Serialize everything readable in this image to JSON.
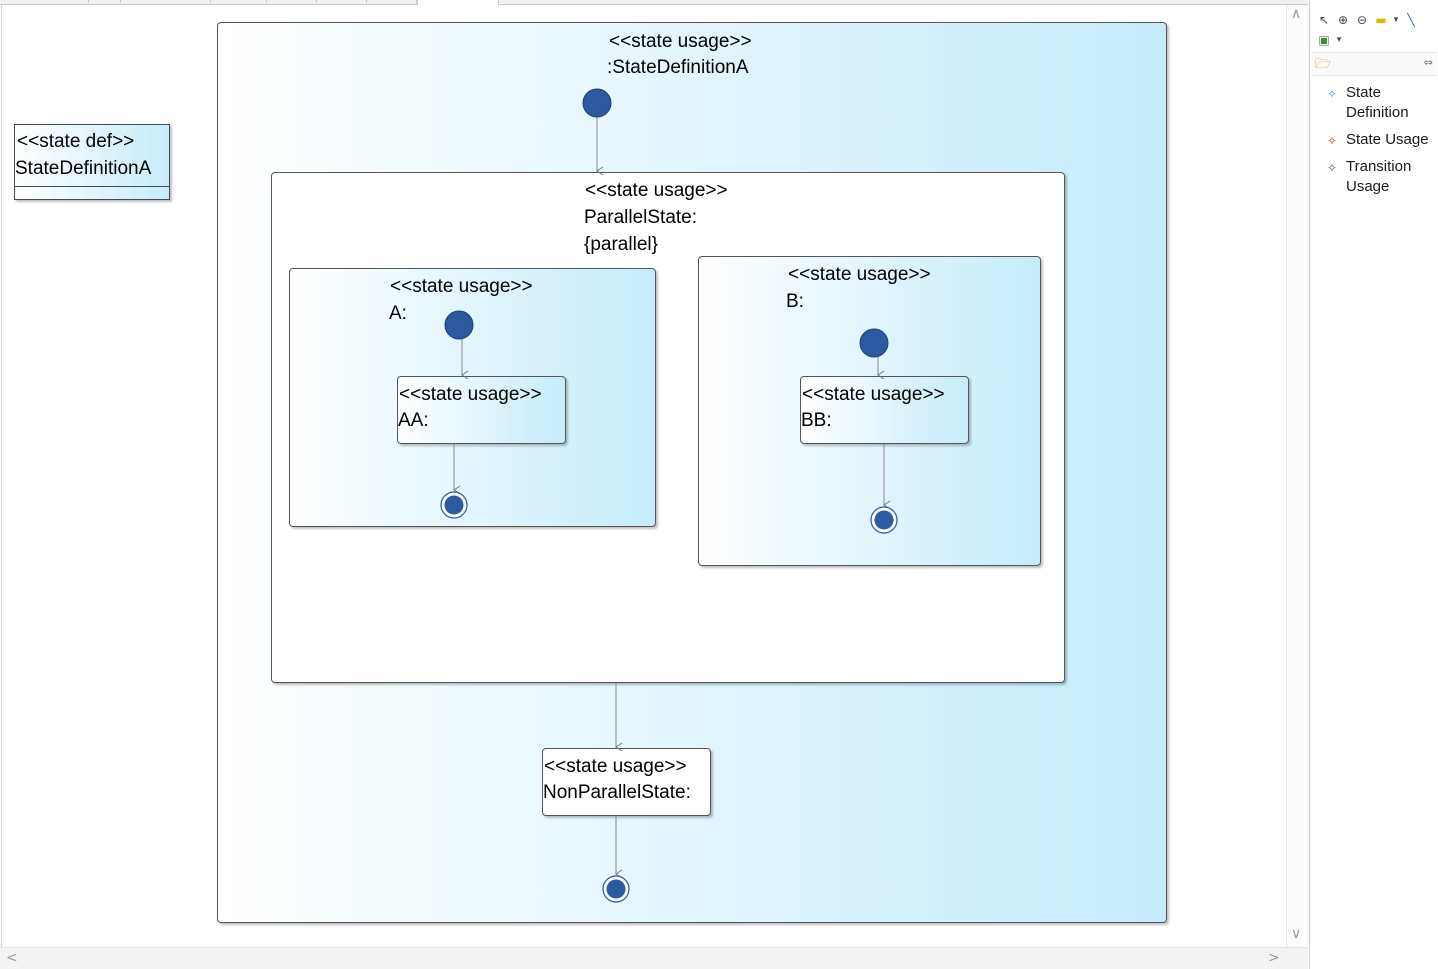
{
  "palette": {
    "title": "Palette",
    "tools_row1": [
      "select-icon",
      "zoom-in-icon",
      "zoom-out-icon",
      "note-icon",
      "dropdown-icon",
      "connection-icon"
    ],
    "tools_row2": [
      "pin-icon",
      "dropdown-icon"
    ],
    "entries": [
      {
        "label": "State Definition",
        "icon": "state-definition-icon",
        "color": "#4a9bd1"
      },
      {
        "label": "State Usage",
        "icon": "state-usage-icon",
        "color": "#c0392b"
      },
      {
        "label": "Transition Usage",
        "icon": "transition-usage-icon",
        "color": "#555555"
      }
    ]
  },
  "diagram": {
    "state_def": {
      "stereotype": "<<state def>>",
      "name": "StateDefinitionA"
    },
    "outer": {
      "stereotype": "<<state usage>>",
      "name": ":StateDefinitionA"
    },
    "parallel": {
      "stereotype": "<<state usage>>",
      "name": "ParallelState:",
      "qualifier": "{parallel}"
    },
    "region_a": {
      "stereotype": "<<state usage>>",
      "name": "A:"
    },
    "state_aa": {
      "stereotype": "<<state usage>>",
      "name": "AA:"
    },
    "region_b": {
      "stereotype": "<<state usage>>",
      "name": "B:"
    },
    "state_bb": {
      "stereotype": "<<state usage>>",
      "name": "BB:"
    },
    "non_parallel": {
      "stereotype": "<<state usage>>",
      "name": "NonParallelState:"
    }
  },
  "colors": {
    "accent_node": "#2b5aa0",
    "gradient_end": "#c5ecfb"
  }
}
